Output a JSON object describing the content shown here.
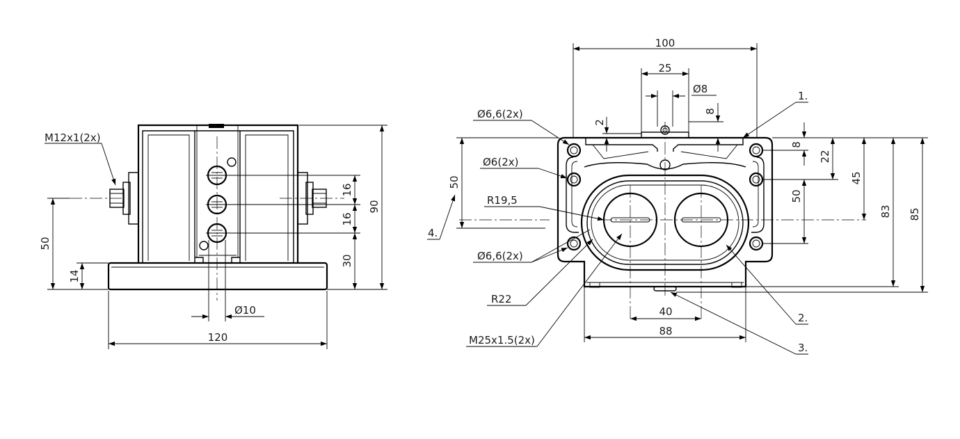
{
  "left_view": {
    "thread_label": "M12x1(2x)",
    "dim_16_a": "16",
    "dim_16_b": "16",
    "dim_30": "30",
    "dim_90": "90",
    "dim_50": "50",
    "dim_14": "14",
    "dim_dia10": "Ø10",
    "dim_120": "120"
  },
  "right_view": {
    "dim_100": "100",
    "dim_25": "25",
    "dim_dia8": "Ø8",
    "dim_2": "2",
    "dim_8_top": "8",
    "dim_8_right": "8",
    "dim_22": "22",
    "dim_45": "45",
    "dim_50_right": "50",
    "dim_83": "83",
    "dim_85": "85",
    "dim_50_left": "50",
    "dim_40": "40",
    "dim_88": "88",
    "hole_top_label": "Ø6,6(2x)",
    "hole_mid_label": "Ø6(2x)",
    "radius_195_label": "R19,5",
    "hole_bottom_label": "Ø6,6(2x)",
    "radius_22_label": "R22",
    "thread_m25_label": "M25x1.5(2x)",
    "callout_1": "1.",
    "callout_2": "2.",
    "callout_3": "3.",
    "callout_4": "4."
  }
}
